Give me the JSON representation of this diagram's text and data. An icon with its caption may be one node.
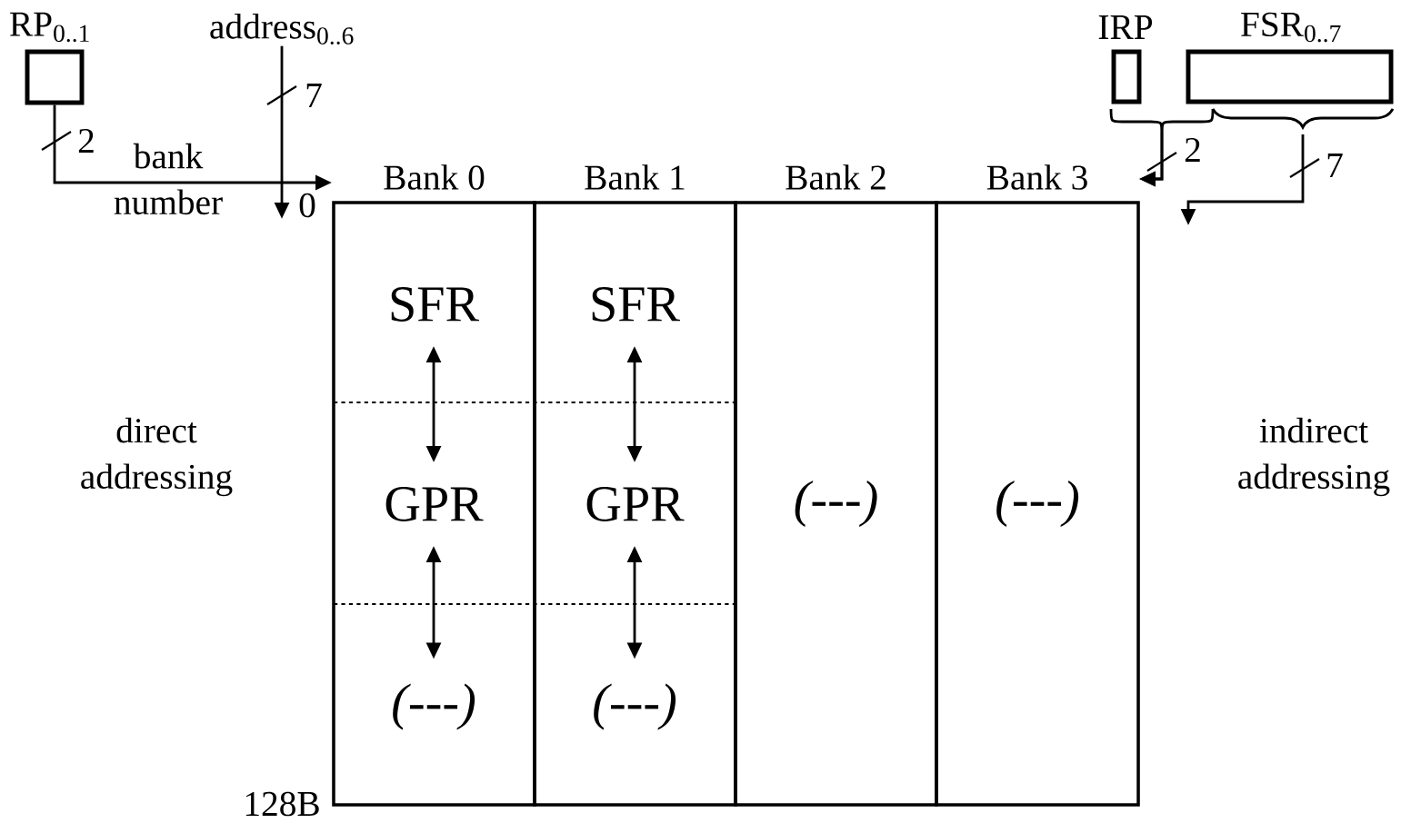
{
  "diagram": {
    "nodes": [
      {
        "text": [
          "RP$_{0..1}$"
        ]
      },
      {
        "text": [
          "address$_{0..6}$"
        ]
      },
      {
        "text": [
          "IRP"
        ]
      },
      {
        "text": [
          "FSR$_{0..7}$"
        ]
      },
      {
        "text": [
          "Bank 0"
        ]
      },
      {
        "text": [
          "Bank 1"
        ]
      },
      {
        "text": [
          "Bank 2",
          "(---)"
        ]
      },
      {
        "text": [
          "Bank 3",
          "(---)"
        ]
      },
      {
        "text": [
          "SFR"
        ],
        "in": 4
      },
      {
        "text": [
          "GPR"
        ],
        "in": 4
      },
      {
        "text": [
          "(---)"
        ],
        "in": 4
      },
      {
        "text": [
          "SFR"
        ],
        "in": 5
      },
      {
        "text": [
          "GPR"
        ],
        "in": 5
      },
      {
        "text": [
          "(---)"
        ],
        "in": 5
      },
      {
        "text": [
          "0"
        ]
      }
    ],
    "edges": [
      {
        "from": 0,
        "to": 14,
        "arrow": "to",
        "label": "bank number"
      },
      {
        "from": 1,
        "to": 14,
        "arrow": "to"
      },
      {
        "from": 2,
        "to": null,
        "arrow": "to"
      },
      {
        "from": 3,
        "to": null,
        "arrow": "to"
      },
      {
        "from": 3,
        "to": null,
        "arrow": "to"
      },
      {
        "from": 8,
        "to": 9,
        "arrow": "both"
      },
      {
        "from": 9,
        "to": 10,
        "arrow": "both"
      },
      {
        "from": 11,
        "to": 12,
        "arrow": "both"
      },
      {
        "from": 12,
        "to": 13,
        "arrow": "both"
      }
    ],
    "labels": [
      "2",
      "7",
      "2",
      "7",
      "direct addressing",
      "indirect addressing",
      "128B"
    ]
  }
}
